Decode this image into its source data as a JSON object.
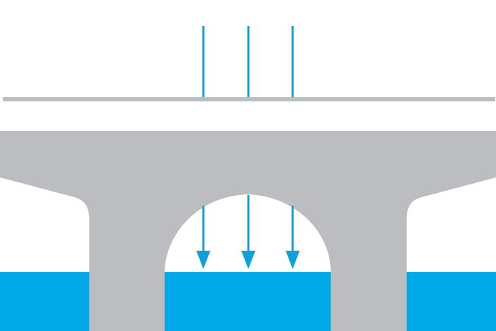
{
  "colors": {
    "background": "#ffffff",
    "structure_gray": "#bcbdc0",
    "water_blue": "#00a9e8",
    "arrow_blue": "#0f9fd9"
  },
  "diagram": {
    "elements": [
      "top-surface-line",
      "bridge-deck",
      "left-pier",
      "right-pier",
      "arch-opening",
      "water",
      "upper-load-lines",
      "lower-load-arrows"
    ]
  }
}
